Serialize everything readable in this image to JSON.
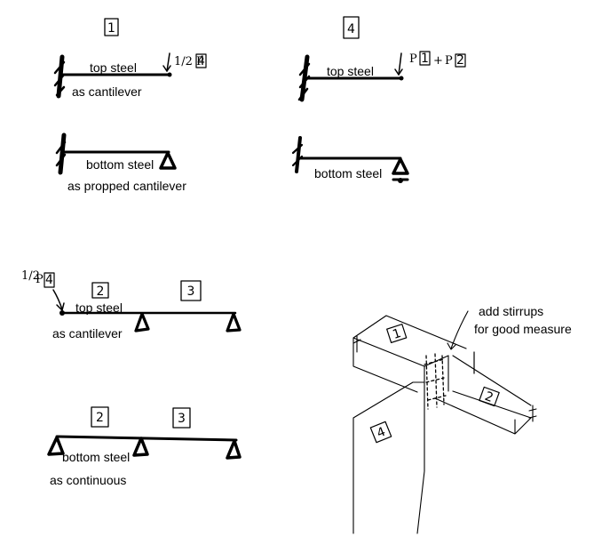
{
  "panel_1": {
    "number": "1",
    "load": "1/2 P",
    "load_ref": "4",
    "top_label": "top steel",
    "top_caption": "as cantilever",
    "bottom_label": "bottom steel",
    "bottom_caption": "as propped cantilever"
  },
  "panel_4": {
    "number": "4",
    "load": "P",
    "load_ref_1": "1",
    "load_sep": "+",
    "load_ref_2": "2",
    "top_label": "top steel",
    "bottom_label": "bottom steel"
  },
  "panel_23_top": {
    "load_fraction": "1/2",
    "load_p": "P",
    "load_ref": "4",
    "span_1": "2",
    "span_2": "3",
    "label": "top steel",
    "caption": "as cantilever"
  },
  "panel_23_bottom": {
    "span_1": "2",
    "span_2": "3",
    "label": "bottom steel",
    "caption": "as continuous"
  },
  "iso": {
    "note_line1": "add stirrups",
    "note_line2": "for good measure",
    "beam_1": "1",
    "beam_2": "2",
    "column_4": "4"
  }
}
